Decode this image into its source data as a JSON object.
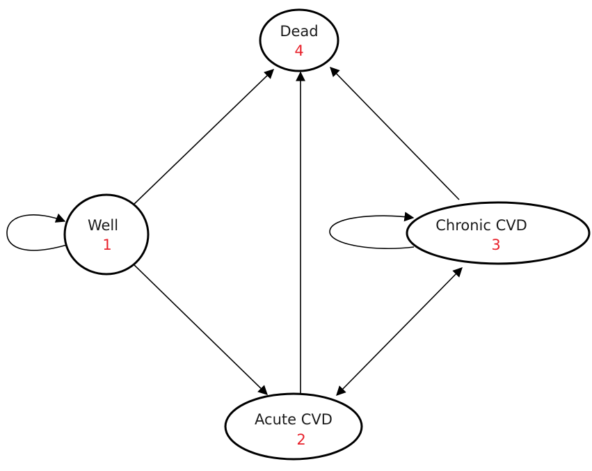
{
  "diagram": {
    "type": "state-transition",
    "colors": {
      "node_stroke": "#000000",
      "node_label": "#1a1a1a",
      "node_number": "#e8202a",
      "edge": "#000000"
    },
    "nodes": [
      {
        "id": "dead",
        "name": "Dead",
        "number": "4"
      },
      {
        "id": "well",
        "name": "Well",
        "number": "1"
      },
      {
        "id": "chronic",
        "name": "Chronic CVD",
        "number": "3"
      },
      {
        "id": "acute",
        "name": "Acute CVD",
        "number": "2"
      }
    ],
    "edges": [
      {
        "from": "well",
        "to": "well",
        "kind": "self-loop"
      },
      {
        "from": "chronic",
        "to": "chronic",
        "kind": "self-loop"
      },
      {
        "from": "well",
        "to": "dead",
        "kind": "directed"
      },
      {
        "from": "well",
        "to": "acute",
        "kind": "directed"
      },
      {
        "from": "acute",
        "to": "dead",
        "kind": "directed"
      },
      {
        "from": "chronic",
        "to": "dead",
        "kind": "directed"
      },
      {
        "from": "acute",
        "to": "chronic",
        "kind": "bidirectional"
      }
    ]
  }
}
